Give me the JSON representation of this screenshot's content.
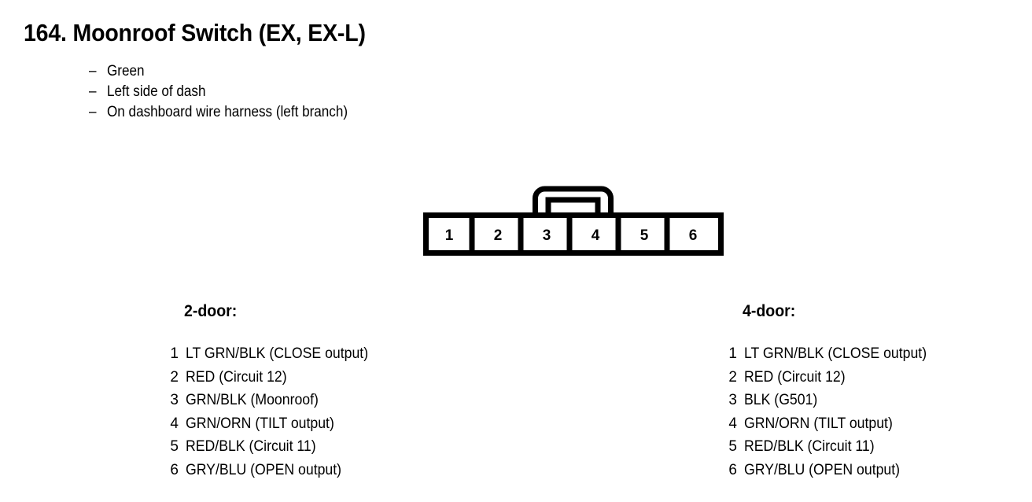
{
  "page": {
    "title": "164. Moonroof Switch (EX, EX-L)",
    "background_color": "#ffffff",
    "ink_color": "#000000"
  },
  "descriptors": {
    "dash": "–",
    "items": [
      "Green",
      "Left side of dash",
      "On dashboard wire harness (left branch)"
    ]
  },
  "connector": {
    "cavity_count": 6,
    "cavities": [
      "1",
      "2",
      "3",
      "4",
      "5",
      "6"
    ],
    "has_locking_tab": true,
    "locking_tab_spans_cavities": [
      "3",
      "4"
    ]
  },
  "pinouts": [
    {
      "heading": "2-door:",
      "rows": [
        {
          "pin": "1",
          "label": "LT GRN/BLK (CLOSE output)"
        },
        {
          "pin": "2",
          "label": "RED (Circuit 12)"
        },
        {
          "pin": "3",
          "label": "GRN/BLK (Moonroof)"
        },
        {
          "pin": "4",
          "label": "GRN/ORN (TILT output)"
        },
        {
          "pin": "5",
          "label": "RED/BLK (Circuit 11)"
        },
        {
          "pin": "6",
          "label": "GRY/BLU (OPEN output)"
        }
      ]
    },
    {
      "heading": "4-door:",
      "rows": [
        {
          "pin": "1",
          "label": "LT GRN/BLK (CLOSE output)"
        },
        {
          "pin": "2",
          "label": "RED (Circuit 12)"
        },
        {
          "pin": "3",
          "label": "BLK (G501)"
        },
        {
          "pin": "4",
          "label": "GRN/ORN (TILT output)"
        },
        {
          "pin": "5",
          "label": "RED/BLK (Circuit 11)"
        },
        {
          "pin": "6",
          "label": "GRY/BLU (OPEN output)"
        }
      ]
    }
  ]
}
